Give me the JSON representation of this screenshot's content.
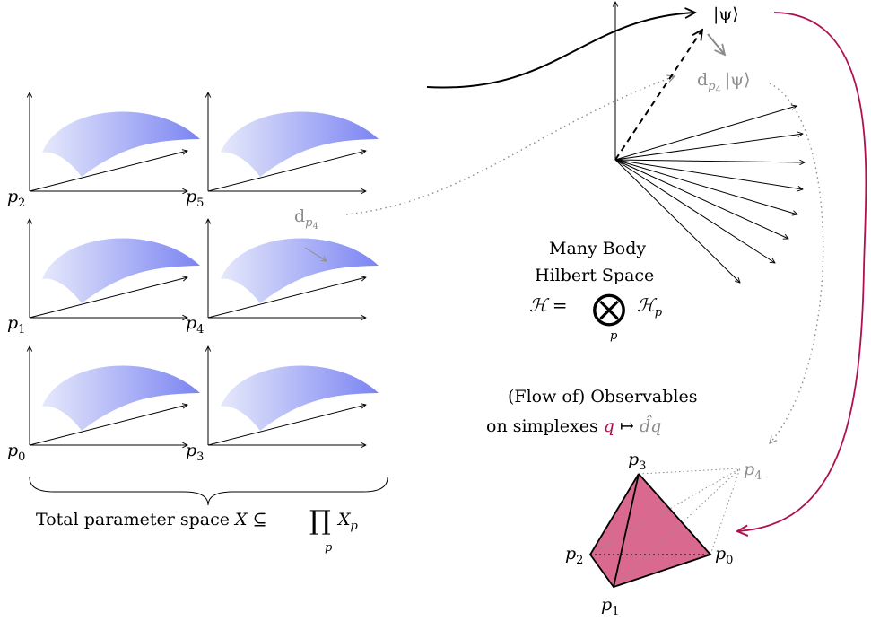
{
  "panels": [
    {
      "label": "p",
      "sub": "2"
    },
    {
      "label": "p",
      "sub": "5"
    },
    {
      "label": "p",
      "sub": "1"
    },
    {
      "label": "p",
      "sub": "4"
    },
    {
      "label": "p",
      "sub": "0"
    },
    {
      "label": "p",
      "sub": "3"
    }
  ],
  "param_space": {
    "prefix": "Total parameter space ",
    "X": "X",
    "subseteq": "⊆",
    "prod": "∏",
    "Xp": "X",
    "Xp_sub": "p",
    "prod_sub": "p"
  },
  "dp4_left": {
    "d": "d",
    "sub": "p",
    "subsub": "4"
  },
  "hilbert": {
    "line1": "Many Body",
    "line2": "Hilbert Space",
    "H": "ℋ",
    "eq": "=",
    "otimes": "⨂",
    "Hp": "ℋ",
    "Hp_sub": "p",
    "otimes_sub": "p"
  },
  "psi": {
    "ket": "|ψ⟩"
  },
  "dpsi": {
    "d": "d",
    "sub": "p",
    "subsub": "4",
    "ket": "|ψ⟩"
  },
  "observables": {
    "line1": "(Flow of) Observables",
    "line2_prefix": "on simplexes ",
    "q": "q",
    "mapsto": " ↦ ",
    "dq": "d̂q"
  },
  "simplex": {
    "p3": {
      "label": "p",
      "sub": "3"
    },
    "p4": {
      "label": "p",
      "sub": "4"
    },
    "p2": {
      "label": "p",
      "sub": "2"
    },
    "p0": {
      "label": "p",
      "sub": "0"
    },
    "p1": {
      "label": "p",
      "sub": "1"
    }
  },
  "colors": {
    "surface_light": "#e6e9fb",
    "surface_dark": "#7b84f2",
    "crimson": "#b0104f",
    "simplex_fill": "#d9698e",
    "gray": "#8c8c8c"
  }
}
